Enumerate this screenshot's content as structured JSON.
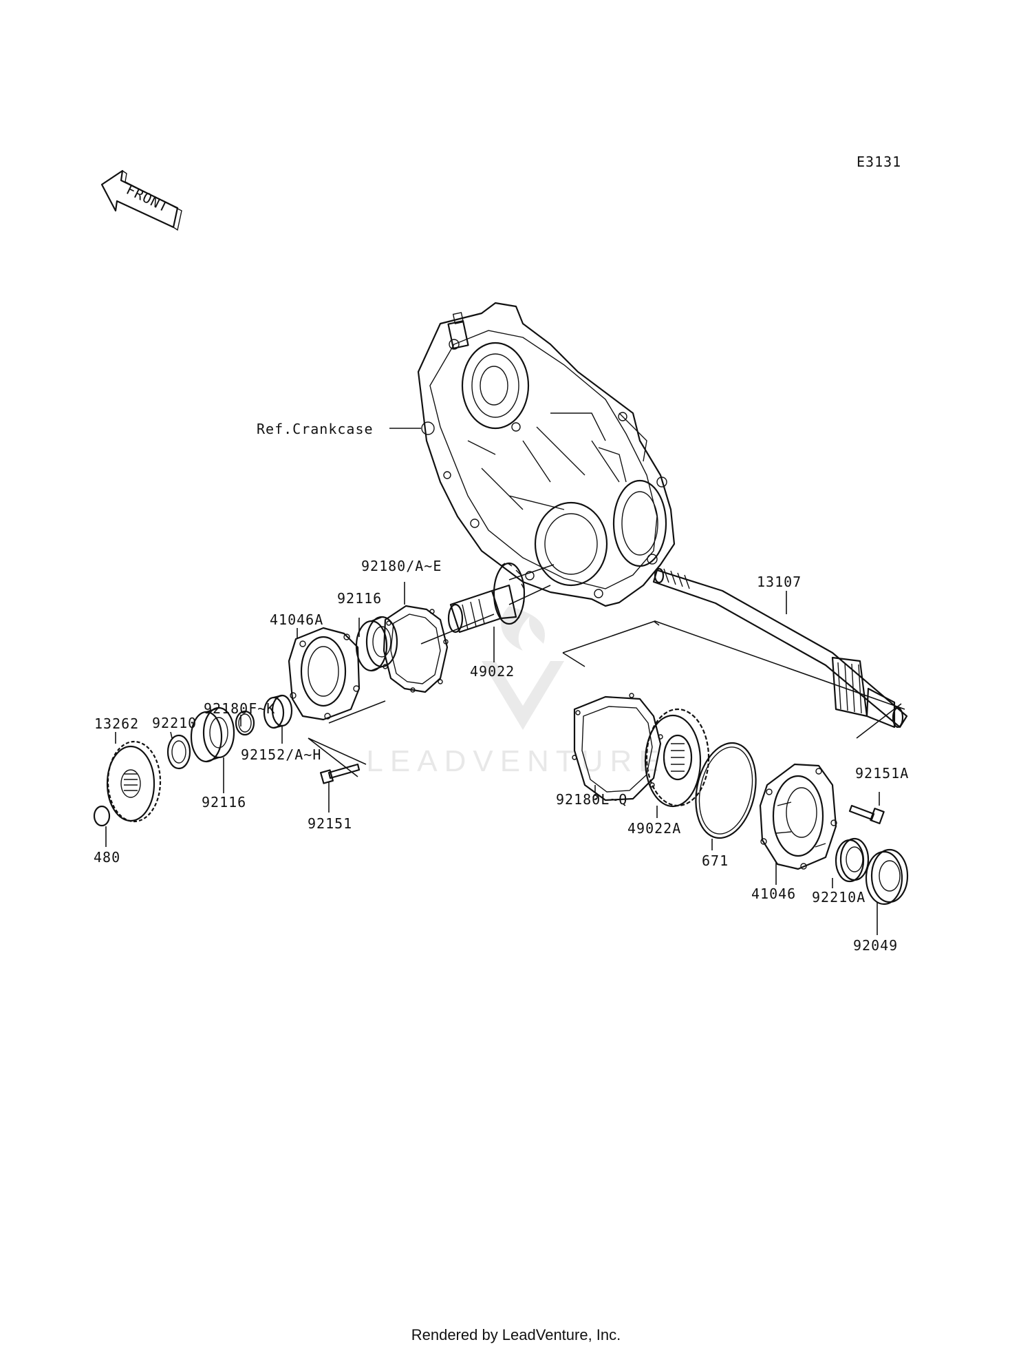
{
  "diagram_code": "E3131",
  "front_label": "FRONT",
  "watermark_text": "LEADVENTURE",
  "footer": "Rendered by LeadVenture, Inc.",
  "labels": {
    "ref_crankcase": "Ref.Crankcase",
    "p13107": "13107",
    "p92180_ae": "92180/A~E",
    "p92116_top": "92116",
    "p41046A": "41046A",
    "p49022": "49022",
    "p92180_fk": "92180F~K",
    "p92210": "92210",
    "p13262": "13262",
    "p92152": "92152/A~H",
    "p92116_bottom": "92116",
    "p92151": "92151",
    "p480": "480",
    "p92180_lq": "92180L~Q",
    "p49022A": "49022A",
    "p671": "671",
    "p92151A": "92151A",
    "p41046": "41046",
    "p92210A": "92210A",
    "p92049": "92049"
  }
}
